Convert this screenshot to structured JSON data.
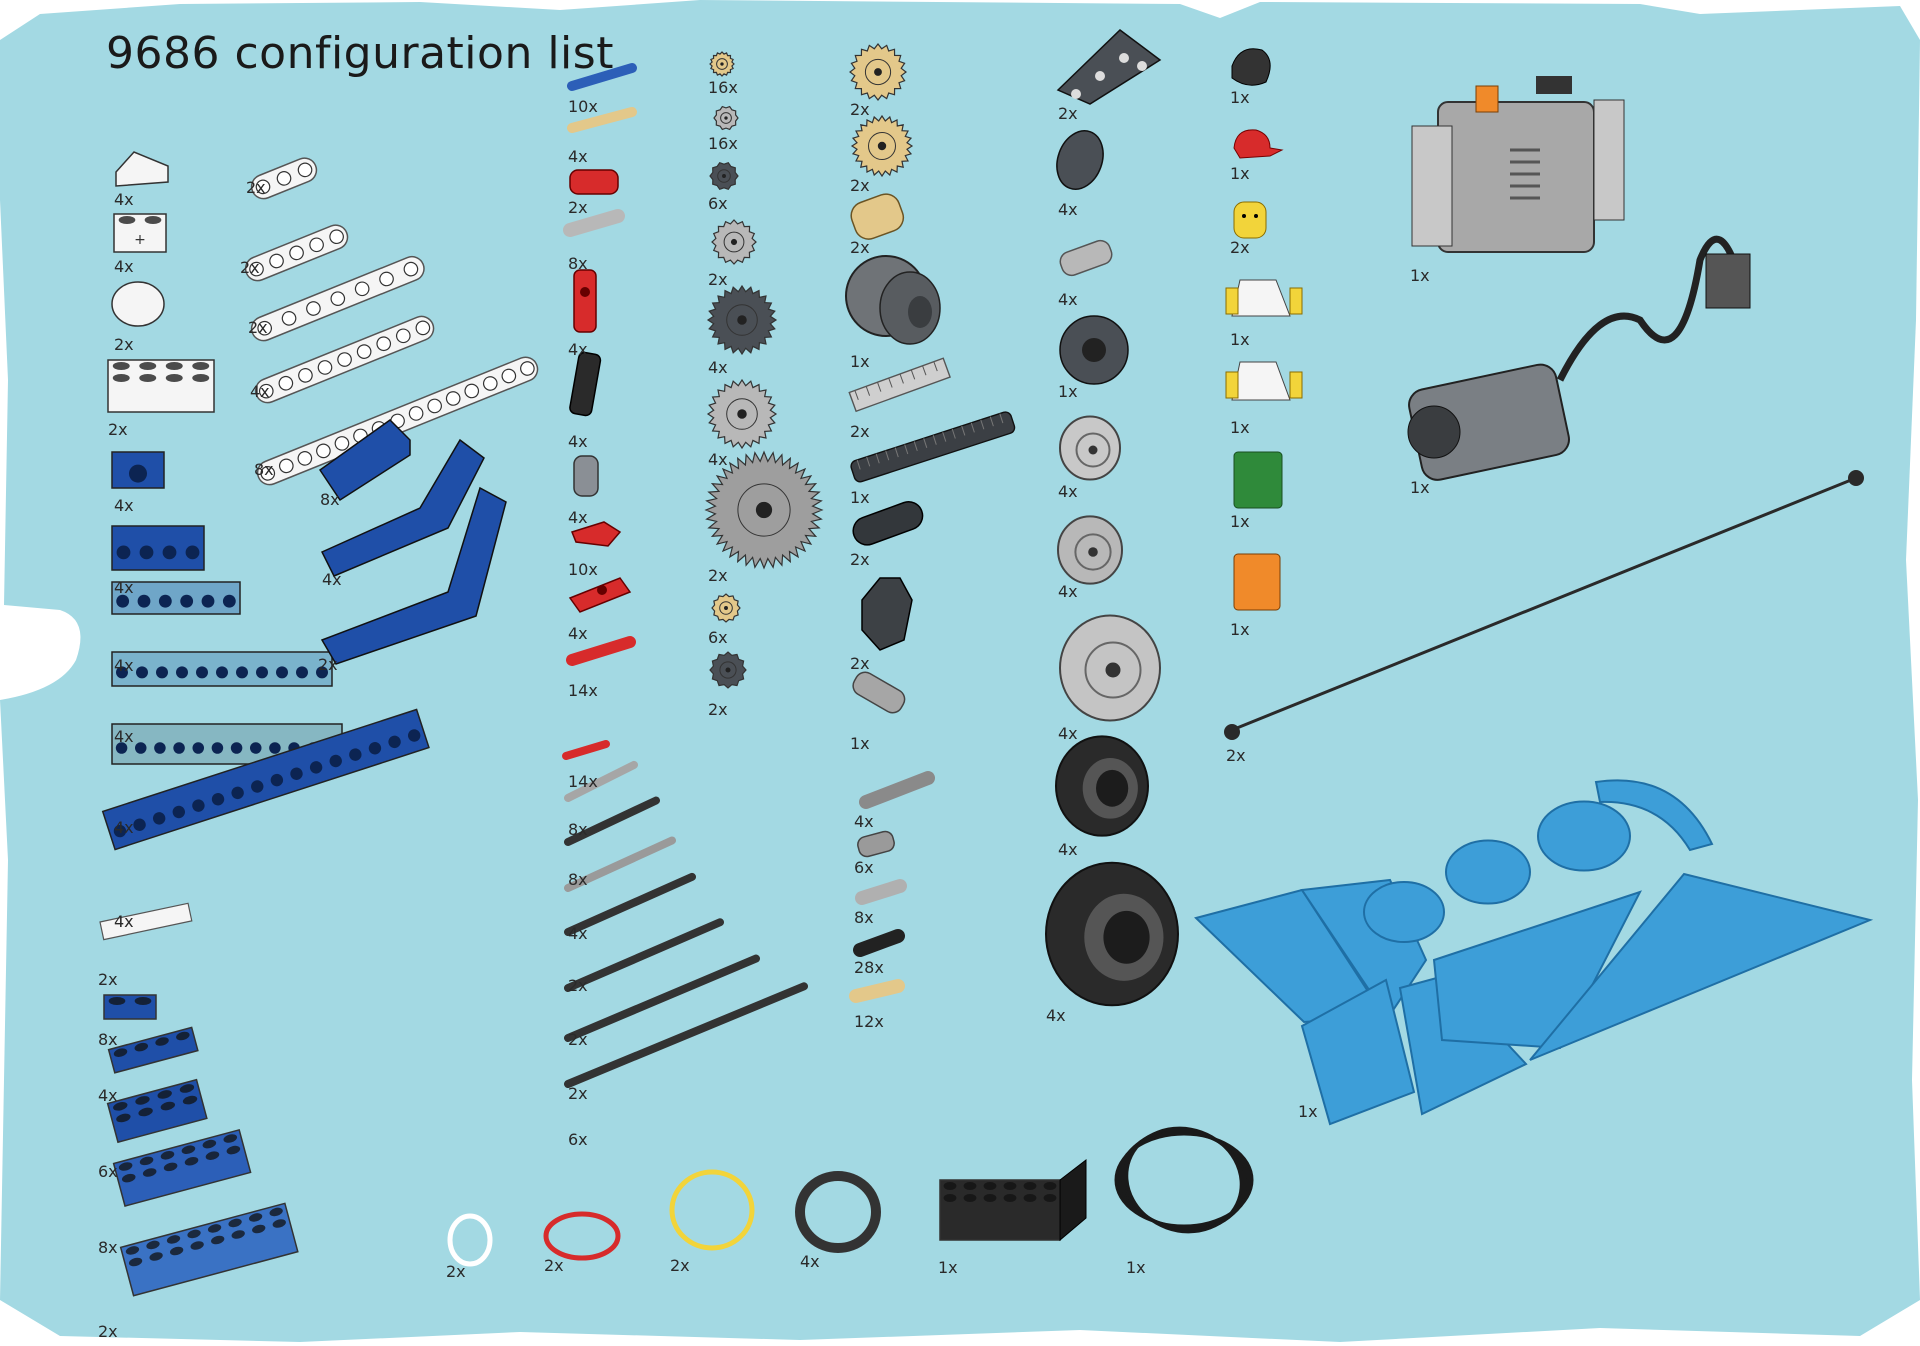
{
  "title": "9686 configuration list",
  "colors": {
    "background": "#a3d9e3",
    "white_part": "#f5f5f5",
    "blue_part": "#1f4fa8",
    "dark_gray_part": "#4a4f55",
    "light_gray_part": "#b8b8b8",
    "tan_part": "#e3c88a",
    "red_part": "#d72b2b",
    "yellow_part": "#f2d43a",
    "green_part": "#2f8a3a",
    "orange_part": "#f08a2a",
    "trans_blue_part": "#3d9ed8",
    "black_part": "#222222"
  },
  "columns": {
    "col1": [
      {
        "icon": "white-slope-brick-icon",
        "qty": "4x"
      },
      {
        "icon": "white-brick-cross-icon",
        "qty": "4x"
      },
      {
        "icon": "white-round-brick-icon",
        "qty": "2x"
      },
      {
        "icon": "white-brick-2x4-icon",
        "qty": "2x"
      },
      {
        "icon": "blue-technic-brick-1x2-icon",
        "qty": "4x"
      },
      {
        "icon": "blue-technic-brick-1x4-icon",
        "qty": "4x"
      },
      {
        "icon": "blue-technic-brick-1x6-icon",
        "qty": "4x"
      },
      {
        "icon": "blue-technic-brick-1x8-icon",
        "qty": "4x"
      },
      {
        "icon": "blue-technic-brick-1x12-icon",
        "qty": "4x"
      },
      {
        "icon": "blue-technic-brick-1x16-icon",
        "qty": "4x"
      },
      {
        "icon": "white-tile-1x6-icon",
        "qty": "2x"
      },
      {
        "icon": "blue-plate-1x2-icon",
        "qty": "8x"
      },
      {
        "icon": "blue-plate-1x4-icon",
        "qty": "4x"
      },
      {
        "icon": "blue-plate-2x4-icon",
        "qty": "6x"
      },
      {
        "icon": "blue-plate-2x6-icon",
        "qty": "8x"
      },
      {
        "icon": "blue-plate-2x8-icon",
        "qty": "2x"
      }
    ],
    "col2": [
      {
        "icon": "white-beam-3-icon",
        "qty": "2x"
      },
      {
        "icon": "white-beam-5-icon",
        "qty": "2x"
      },
      {
        "icon": "white-beam-7-icon",
        "qty": "2x"
      },
      {
        "icon": "white-beam-9-icon",
        "qty": "4x"
      },
      {
        "icon": "white-beam-15-icon",
        "qty": "8x"
      },
      {
        "icon": "blue-l-beam-icon",
        "qty": "8x"
      },
      {
        "icon": "blue-bent-beam-small-icon",
        "qty": "4x"
      },
      {
        "icon": "blue-bent-beam-large-icon",
        "qty": "2x"
      }
    ],
    "col3": [
      {
        "icon": "blue-pin-icon",
        "qty": "10x"
      },
      {
        "icon": "tan-axle-pin-icon",
        "qty": "4x"
      },
      {
        "icon": "red-bush-icon",
        "qty": "2x"
      },
      {
        "icon": "gray-connector-icon",
        "qty": "8x"
      },
      {
        "icon": "red-angle-connector-icon",
        "qty": "4x"
      },
      {
        "icon": "black-angle-connector-icon",
        "qty": "4x"
      },
      {
        "icon": "gray-angle-connector-icon",
        "qty": "4x"
      },
      {
        "icon": "red-cross-block-icon",
        "qty": "10x"
      },
      {
        "icon": "red-pin-connector-icon",
        "qty": "4x"
      },
      {
        "icon": "red-long-pin-icon",
        "qty": "14x"
      },
      {
        "icon": "red-axle-2-icon",
        "qty": "14x"
      },
      {
        "icon": "gray-axle-3-icon",
        "qty": "8x"
      },
      {
        "icon": "black-axle-5-icon",
        "qty": "8x"
      },
      {
        "icon": "gray-axle-6-icon",
        "qty": "4x"
      },
      {
        "icon": "black-axle-8-icon",
        "qty": "2x"
      },
      {
        "icon": "black-axle-10-icon",
        "qty": "2x"
      },
      {
        "icon": "black-axle-12-icon",
        "qty": "2x"
      },
      {
        "icon": "black-axle-pin-icon",
        "qty": "6x"
      }
    ],
    "col4": [
      {
        "icon": "tan-gear-8-icon",
        "qty": "16x"
      },
      {
        "icon": "gray-bush-icon",
        "qty": "16x"
      },
      {
        "icon": "dark-gear-small-icon",
        "qty": "6x"
      },
      {
        "icon": "gray-gear-16-icon",
        "qty": "2x"
      },
      {
        "icon": "dark-gear-24-icon",
        "qty": "4x"
      },
      {
        "icon": "gray-gear-24-icon",
        "qty": "4x"
      },
      {
        "icon": "gray-gear-40-icon",
        "qty": "2x"
      },
      {
        "icon": "tan-gear-12-icon",
        "qty": "6x"
      },
      {
        "icon": "dark-gear-12-icon",
        "qty": "2x"
      }
    ],
    "col5": [
      {
        "icon": "tan-gear-20-icon",
        "qty": "2x"
      },
      {
        "icon": "tan-gear-24-icon",
        "qty": "2x"
      },
      {
        "icon": "tan-worm-gear-icon",
        "qty": "2x"
      },
      {
        "icon": "dark-differential-icon",
        "qty": "1x"
      },
      {
        "icon": "gray-gear-rack-icon",
        "qty": "2x"
      },
      {
        "icon": "dark-gear-rack-long-icon",
        "qty": "1x"
      },
      {
        "icon": "dark-double-connector-icon",
        "qty": "2x"
      },
      {
        "icon": "dark-steering-arm-icon",
        "qty": "2x"
      },
      {
        "icon": "gray-universal-joint-icon",
        "qty": "1x"
      },
      {
        "icon": "gray-axle-4-icon",
        "qty": "4x"
      },
      {
        "icon": "gray-short-connector-icon",
        "qty": "6x"
      },
      {
        "icon": "gray-pin-axle-icon",
        "qty": "8x"
      },
      {
        "icon": "black-pin-icon",
        "qty": "28x"
      },
      {
        "icon": "tan-short-pin-icon",
        "qty": "12x"
      }
    ],
    "col6": [
      {
        "icon": "dark-triangle-beam-icon",
        "qty": "2x"
      },
      {
        "icon": "dark-liftarm-icon",
        "qty": "4x"
      },
      {
        "icon": "gray-perpendicular-connector-icon",
        "qty": "4x"
      },
      {
        "icon": "dark-steering-wheel-icon",
        "qty": "1x"
      },
      {
        "icon": "gray-wheel-hub-small-icon",
        "qty": "4x"
      },
      {
        "icon": "gray-wheel-hub-medium-icon",
        "qty": "4x"
      },
      {
        "icon": "gray-wheel-hub-large-icon",
        "qty": "4x"
      },
      {
        "icon": "black-tire-medium-icon",
        "qty": "4x"
      },
      {
        "icon": "black-tire-large-icon",
        "qty": "4x"
      }
    ],
    "col7": [
      {
        "icon": "dark-hair-icon",
        "qty": "1x"
      },
      {
        "icon": "red-cap-icon",
        "qty": "1x"
      },
      {
        "icon": "yellow-head-icon",
        "qty": "2x"
      },
      {
        "icon": "white-torso-icon",
        "qty": "1x"
      },
      {
        "icon": "white-torso-2-icon",
        "qty": "1x"
      },
      {
        "icon": "green-legs-icon",
        "qty": "1x"
      },
      {
        "icon": "orange-legs-icon",
        "qty": "1x"
      }
    ],
    "right": [
      {
        "icon": "battery-box-icon",
        "qty": "1x"
      },
      {
        "icon": "m-motor-icon",
        "qty": "1x"
      },
      {
        "icon": "string-with-ends-icon",
        "qty": "2x"
      },
      {
        "icon": "trans-blue-panel-set-icon",
        "qty": "1x"
      }
    ],
    "bottom": [
      {
        "icon": "white-rubber-band-icon",
        "qty": "2x"
      },
      {
        "icon": "red-rubber-band-icon",
        "qty": "2x"
      },
      {
        "icon": "yellow-rubber-band-icon",
        "qty": "2x"
      },
      {
        "icon": "black-rubber-ring-icon",
        "qty": "4x"
      },
      {
        "icon": "black-brick-2x6-icon",
        "qty": "1x"
      },
      {
        "icon": "black-string-coil-icon",
        "qty": "1x"
      }
    ]
  }
}
